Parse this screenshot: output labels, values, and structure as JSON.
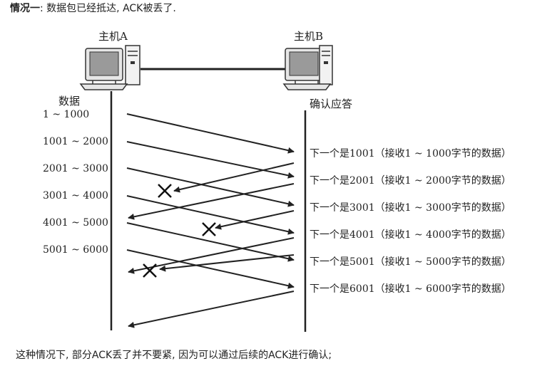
{
  "heading": {
    "bold": "情况一",
    "rest": ": 数据包已经抵达, ACK被丢了."
  },
  "hosts": {
    "a_label": "主机A",
    "b_label": "主机B"
  },
  "columns": {
    "left_header": "数据",
    "right_header": "确认应答"
  },
  "segments": [
    "1 ~ 1000",
    "1001 ~ 2000",
    "2001 ~ 3000",
    "3001 ~ 4000",
    "4001 ~ 5000",
    "5001 ~ 6000"
  ],
  "acks": [
    "下一个是1001（接收1 ~ 1000字节的数据）",
    "下一个是2001（接收1 ~ 2000字节的数据）",
    "下一个是3001（接收1 ~ 3000字节的数据）",
    "下一个是4001（接收1 ~ 4000字节的数据）",
    "下一个是5001（接收1 ~ 5000字节的数据）",
    "下一个是6001（接收1 ~ 6000字节的数据）"
  ],
  "lost_marker": "×",
  "footer": "这种情况下, 部分ACK丢了并不要紧, 因为可以通过后续的ACK进行确认;",
  "colors": {
    "line": "#222222",
    "text": "#222222"
  }
}
